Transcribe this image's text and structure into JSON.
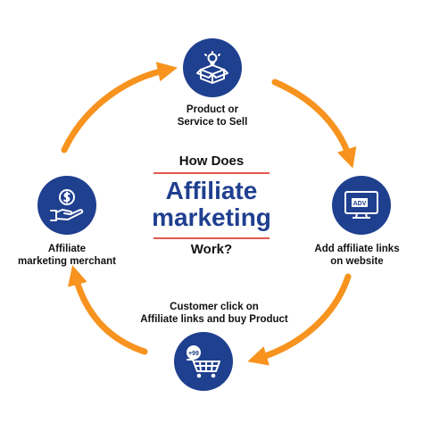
{
  "center": {
    "top": "How Does",
    "title_line1": "Affiliate",
    "title_line2": "marketing",
    "bottom": "Work?"
  },
  "steps": [
    {
      "icon": "box-lightbulb-icon",
      "label_lines": [
        "Product or",
        "Service to Sell"
      ]
    },
    {
      "icon": "monitor-adv-icon",
      "screen_text": "ADV",
      "label_lines": [
        "Add affiliate links",
        "on website"
      ]
    },
    {
      "icon": "shopping-cart-icon",
      "badge_text": "+99",
      "label_lines": [
        "Customer click on",
        "Affiliate links and buy Product"
      ]
    },
    {
      "icon": "hand-dollar-icon",
      "label_lines": [
        "Affiliate",
        "marketing merchant"
      ]
    }
  ],
  "colors": {
    "node_blue": "#1f3f8f",
    "arrow_orange": "#f7931e",
    "rule_red": "#e05a4f",
    "title_blue": "#1f3f8f"
  }
}
